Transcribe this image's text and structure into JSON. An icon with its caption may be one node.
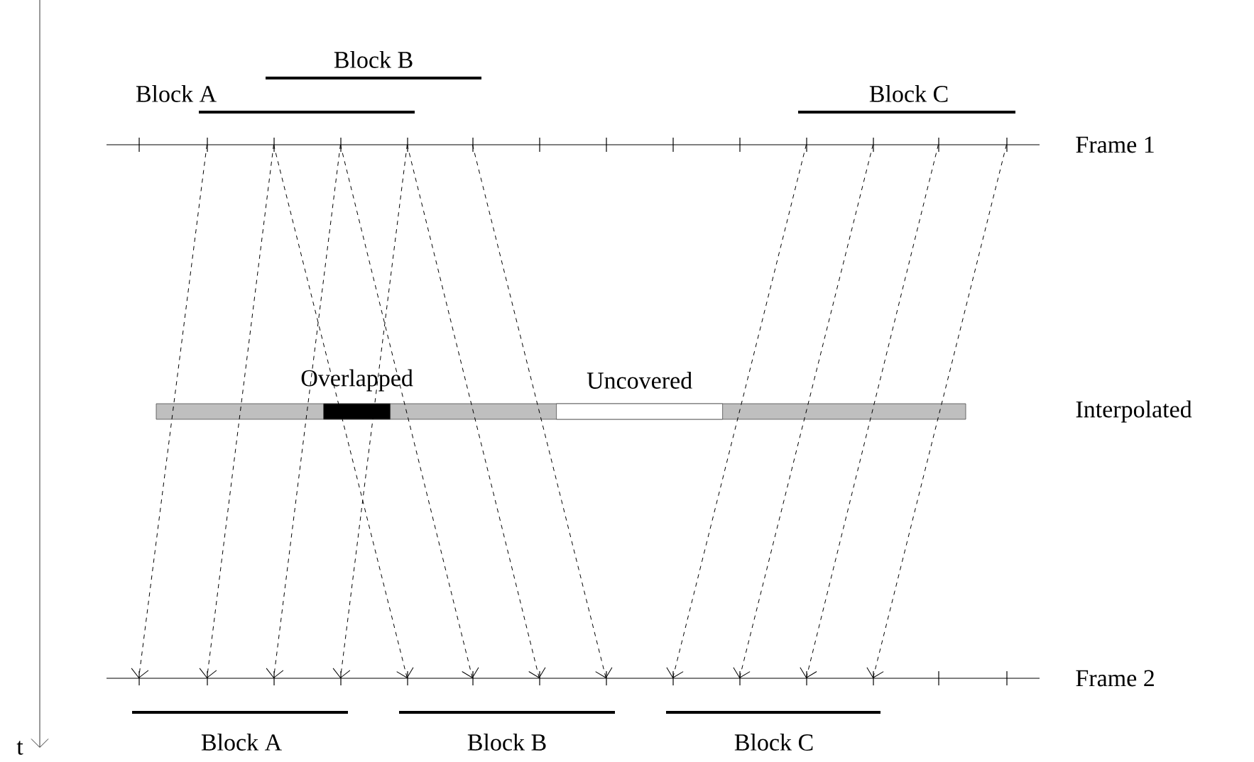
{
  "diagram": {
    "nodes": [
      {
        "text": [
          "Frame 1"
        ]
      },
      {
        "text": [
          "Interpolated"
        ]
      },
      {
        "text": [
          "Overlapped"
        ],
        "in": 1
      },
      {
        "text": [
          "Uncovered"
        ],
        "in": 1
      },
      {
        "text": [
          "Frame 2"
        ]
      }
    ],
    "edges": [
      {
        "from": 0,
        "to": 4,
        "arrow": "to",
        "style": "dashed"
      },
      {
        "from": 0,
        "to": 4,
        "arrow": "to",
        "style": "dashed"
      },
      {
        "from": 0,
        "to": 4,
        "arrow": "to",
        "style": "dashed"
      },
      {
        "from": 0,
        "to": 4,
        "arrow": "to",
        "style": "dashed"
      },
      {
        "from": 0,
        "to": 4,
        "arrow": "to",
        "style": "dashed"
      },
      {
        "from": 0,
        "to": 4,
        "arrow": "to",
        "style": "dashed"
      },
      {
        "from": 0,
        "to": 4,
        "arrow": "to",
        "style": "dashed"
      },
      {
        "from": 0,
        "to": 4,
        "arrow": "to",
        "style": "dashed"
      },
      {
        "from": 0,
        "to": 4,
        "arrow": "to",
        "style": "dashed"
      },
      {
        "from": 0,
        "to": 4,
        "arrow": "to",
        "style": "dashed"
      },
      {
        "from": 0,
        "to": 4,
        "arrow": "to",
        "style": "dashed"
      },
      {
        "from": 0,
        "to": 4,
        "arrow": "to",
        "style": "dashed"
      }
    ],
    "labels": [
      "Block B",
      "Block A",
      "Block C",
      "t",
      "Block A",
      "Block B",
      "Block C"
    ]
  }
}
